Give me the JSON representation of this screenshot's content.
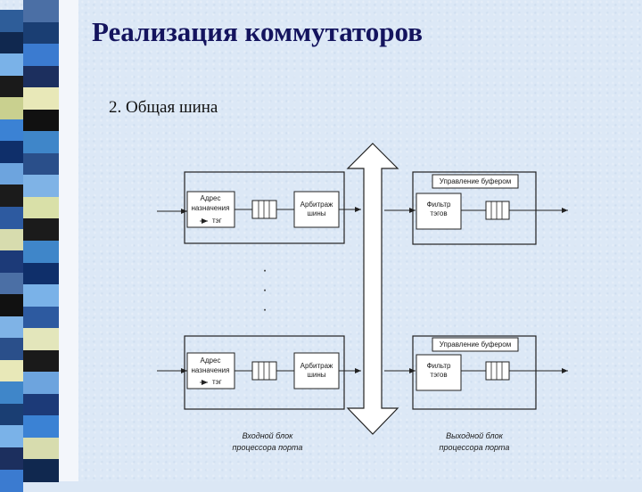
{
  "slide": {
    "title": "Реализация коммутаторов",
    "subtitle": "2. Общая шина"
  },
  "diagram": {
    "input_block": {
      "address_label_line1": "Адрес",
      "address_label_line2": "назначения",
      "tag_label": "тэг",
      "arbiter_line1": "Арбитраж",
      "arbiter_line2": "шины"
    },
    "output_block": {
      "buffer_control": "Управление буфером",
      "filter_line1": "Фильтр",
      "filter_line2": "тэгов"
    },
    "ellipsis": "·",
    "caption_input_line1": "Входной блок",
    "caption_input_line2": "процессора порта",
    "caption_output_line1": "Выходной блок",
    "caption_output_line2": "процессора порта"
  },
  "colors": {
    "title": "#14145e",
    "background": "#dce8f6",
    "line": "#222222"
  }
}
